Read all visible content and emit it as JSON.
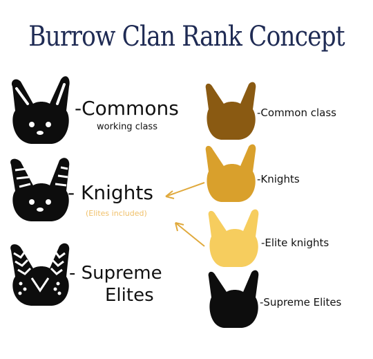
{
  "title": "Burrow Clan Rank Concept",
  "left": {
    "commons": {
      "label": "-Commons",
      "sub": "working class"
    },
    "knights": {
      "label": "- Knights",
      "sub": "(Elites included)"
    },
    "supreme": {
      "label_line1": "- Supreme",
      "label_line2": "Elites"
    }
  },
  "right": {
    "common_class": "-Common class",
    "knights": "-Knights",
    "elite_knights": "-Elite knights",
    "supreme_elites": "-Supreme Elites"
  },
  "colors": {
    "black": "#0d0d0d",
    "common": "#8a5a12",
    "knight": "#d9a02c",
    "elite": "#f6cd5e",
    "title": "#1f2b54",
    "arrow": "#e0a93c"
  }
}
